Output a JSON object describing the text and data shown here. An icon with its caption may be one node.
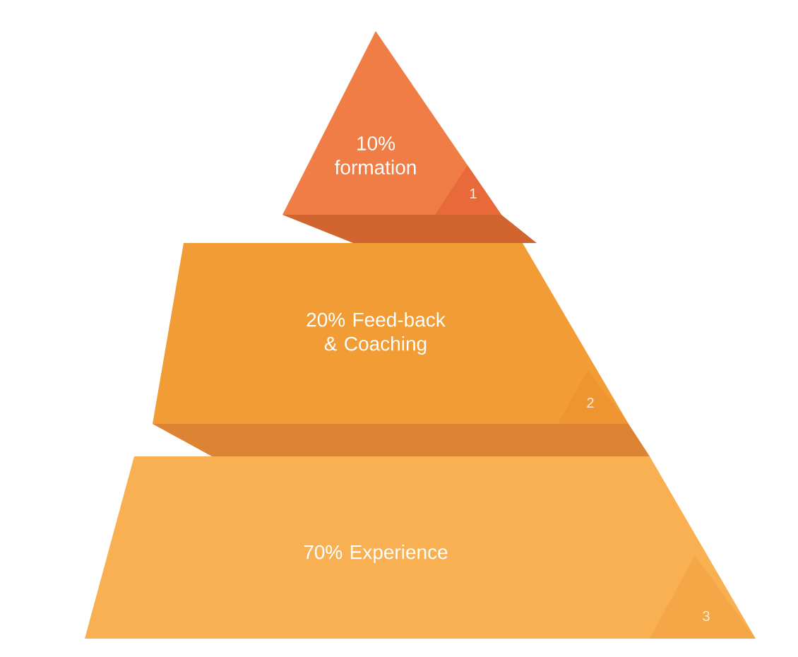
{
  "diagram": {
    "nodes": [
      {
        "text": [
          "10% formation",
          "1"
        ]
      },
      {
        "text": [
          "20% Feed-back & Coaching",
          "2"
        ]
      },
      {
        "text": [
          "70% Experience",
          "3"
        ]
      }
    ]
  }
}
